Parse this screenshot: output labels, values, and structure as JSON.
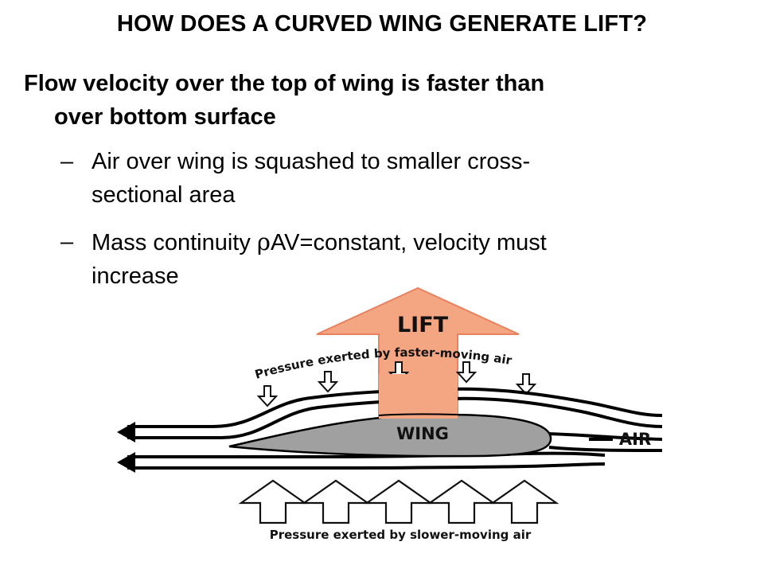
{
  "slide": {
    "title": "HOW DOES A CURVED WING GENERATE LIFT?",
    "bullet_main_line1": "Flow velocity over the top of wing is faster than",
    "bullet_main_line2": "over bottom surface",
    "sub_bullets": [
      {
        "dash": "–",
        "line1": "Air over wing is squashed to smaller cross-",
        "line2": "sectional area"
      },
      {
        "dash": "–",
        "line1_pre": "Mass continuity ",
        "rho": "ρ",
        "line1_post": "AV=constant, velocity must",
        "line2": "increase"
      }
    ]
  },
  "diagram": {
    "lift_label": "LIFT",
    "wing_label": "WING",
    "air_label": "AIR",
    "top_pressure_label": "Pressure exerted by faster-moving air",
    "bottom_pressure_label": "Pressure exerted by slower-moving air",
    "colors": {
      "lift_arrow": "#F4A582",
      "lift_arrow_stroke": "#E8825E",
      "wing": "#A0A0A0",
      "lines": "#000000"
    },
    "icons": [
      "lift-arrow-icon",
      "pressure-down-arrow-icon",
      "pressure-up-arrow-icon",
      "airflow-arrowhead-icon"
    ]
  }
}
